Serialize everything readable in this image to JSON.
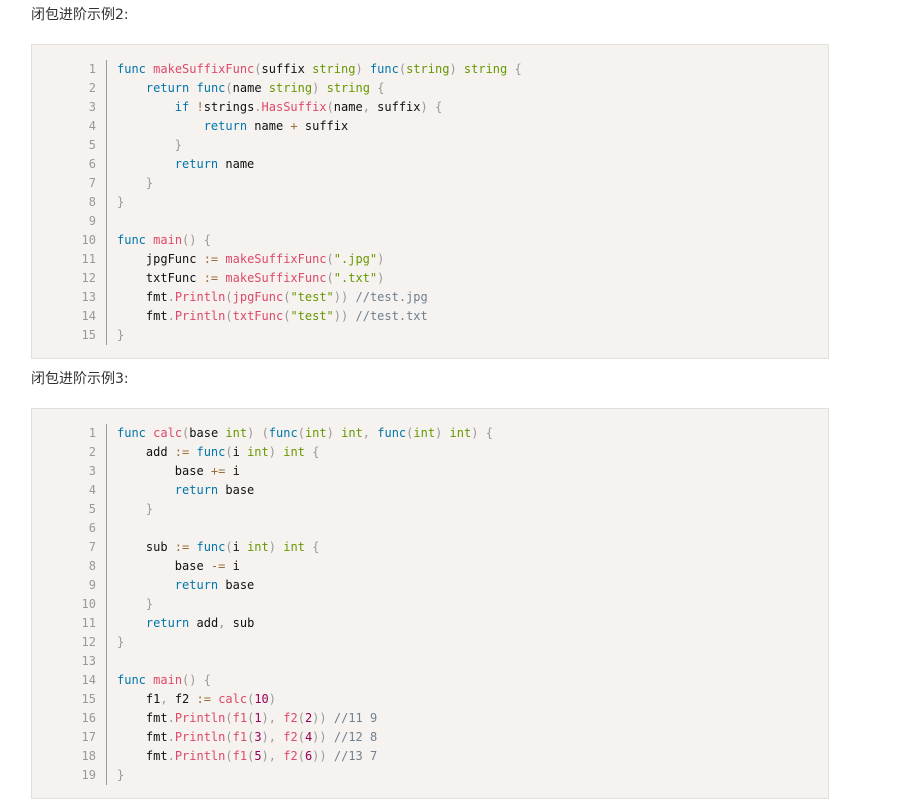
{
  "headings": {
    "example2": "闭包进阶示例2:",
    "example3": "闭包进阶示例3:"
  },
  "code_block_2": {
    "language": "go",
    "line_numbers": [
      "1",
      "2",
      "3",
      "4",
      "5",
      "6",
      "7",
      "8",
      "9",
      "10",
      "11",
      "12",
      "13",
      "14",
      "15"
    ],
    "lines": [
      "func makeSuffixFunc(suffix string) func(string) string {",
      "    return func(name string) string {",
      "        if !strings.HasSuffix(name, suffix) {",
      "            return name + suffix",
      "        }",
      "        return name",
      "    }",
      "}",
      "",
      "func main() {",
      "    jpgFunc := makeSuffixFunc(\".jpg\")",
      "    txtFunc := makeSuffixFunc(\".txt\")",
      "    fmt.Println(jpgFunc(\"test\")) //test.jpg",
      "    fmt.Println(txtFunc(\"test\")) //test.txt",
      "}"
    ]
  },
  "code_block_3": {
    "language": "go",
    "line_numbers": [
      "1",
      "2",
      "3",
      "4",
      "5",
      "6",
      "7",
      "8",
      "9",
      "10",
      "11",
      "12",
      "13",
      "14",
      "15",
      "16",
      "17",
      "18",
      "19"
    ],
    "lines": [
      "func calc(base int) (func(int) int, func(int) int) {",
      "    add := func(i int) int {",
      "        base += i",
      "        return base",
      "    }",
      "",
      "    sub := func(i int) int {",
      "        base -= i",
      "        return base",
      "    }",
      "    return add, sub",
      "}",
      "",
      "func main() {",
      "    f1, f2 := calc(10)",
      "    fmt.Println(f1(1), f2(2)) //11 9",
      "    fmt.Println(f1(3), f2(4)) //12 8",
      "    fmt.Println(f1(5), f2(6)) //13 7",
      "}"
    ]
  }
}
